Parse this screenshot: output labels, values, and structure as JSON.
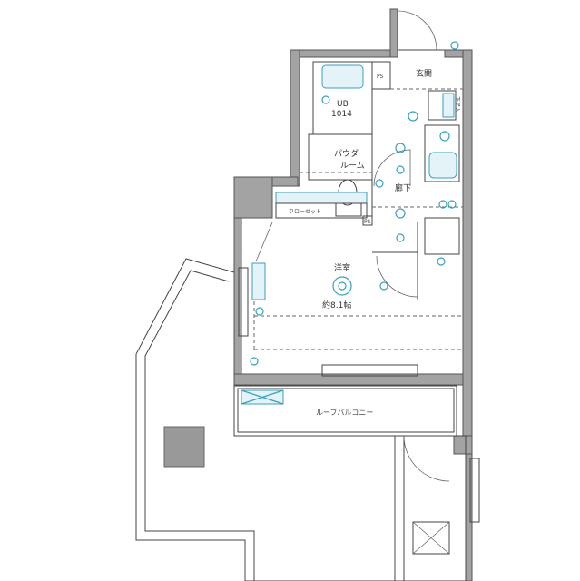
{
  "floorplan": {
    "rooms": {
      "entrance": "玄関",
      "ps_top": "PS",
      "ps_mid": "PS",
      "unit_bath": "UB",
      "unit_bath_size": "1014",
      "powder_room_1": "パウダー",
      "powder_room_2": "ルーム",
      "hallway": "廊下",
      "closet": "クローゼット",
      "shoe_storage": "下足入",
      "western_room": "洋室",
      "western_room_size": "約8.1帖",
      "roof_balcony": "ルーフバルコニー"
    },
    "colors": {
      "wall": "#a3a3a3",
      "equipment": "#3aa0c0",
      "line": "#444444"
    }
  }
}
